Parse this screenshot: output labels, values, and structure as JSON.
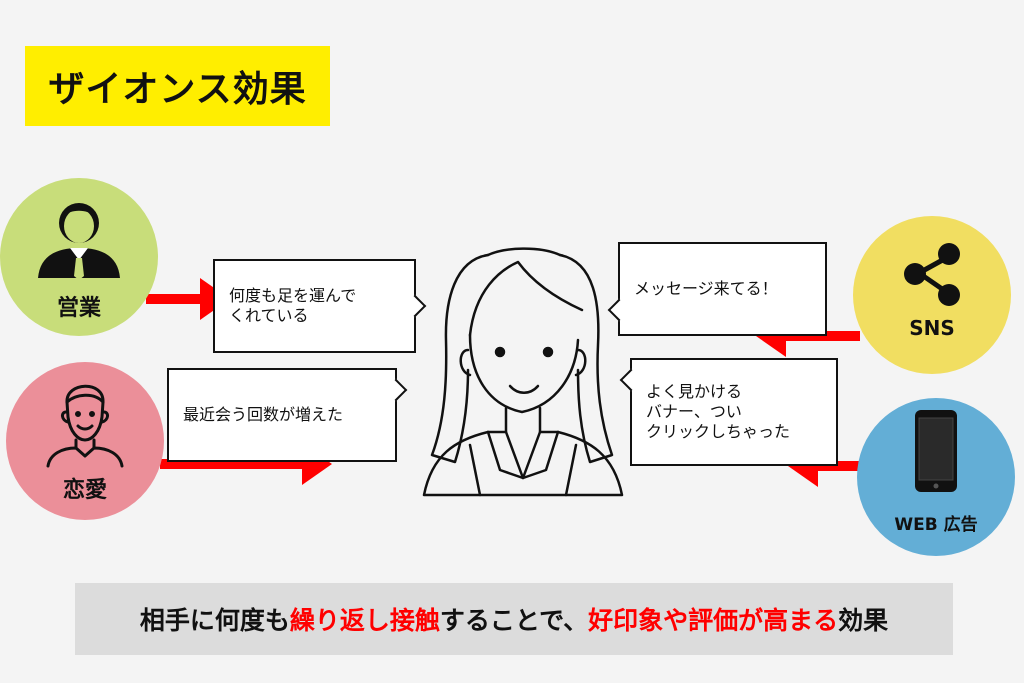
{
  "title": "ザイオンス効果",
  "colors": {
    "title_bg": "#ffee00",
    "sales": "#c8dd7a",
    "romance": "#eb8f99",
    "sns": "#f1de61",
    "web": "#63aed6",
    "arrow": "#ff0000",
    "bottom_bg": "#dcdcdc"
  },
  "nodes": {
    "sales": {
      "label": "営業",
      "icon": "businessman-icon"
    },
    "romance": {
      "label": "恋愛",
      "icon": "man-icon"
    },
    "sns": {
      "label": "SNS",
      "icon": "share-icon"
    },
    "web": {
      "label": "WEB 広告",
      "icon": "smartphone-icon"
    }
  },
  "bubbles": {
    "sales": {
      "line1": "何度も足を運んで",
      "line2": "くれている"
    },
    "romance": {
      "line1": "最近会う回数が増えた"
    },
    "sns": {
      "line1": "メッセージ来てる！"
    },
    "web": {
      "line1": "よく見かける",
      "line2": "バナー、つい",
      "line3": "クリックしちゃった"
    }
  },
  "center_person": {
    "icon": "woman-icon"
  },
  "summary": {
    "part1": "相手に何度も",
    "part2": "繰り返し接触",
    "part3": "することで、",
    "part4": "好印象や評価が高まる",
    "part5": "効果"
  }
}
